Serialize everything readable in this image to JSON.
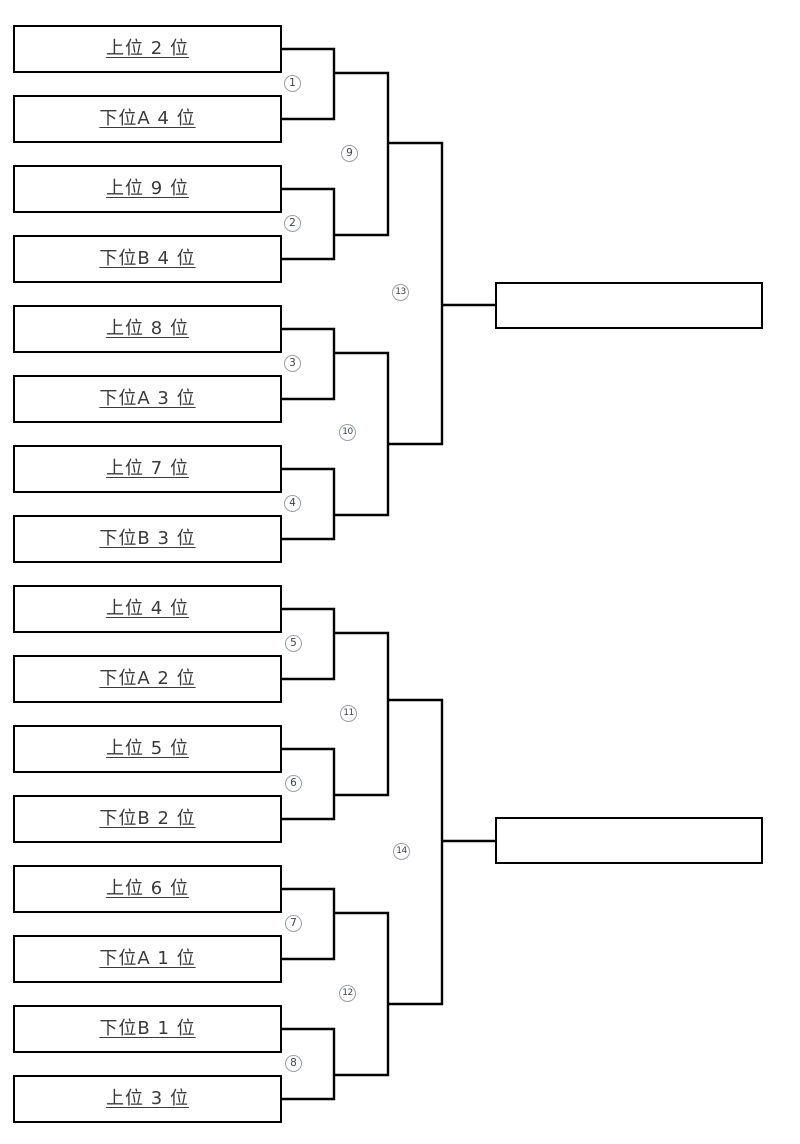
{
  "bracket": {
    "slots": [
      {
        "label": "上位 2 位"
      },
      {
        "label": "下位A 4 位"
      },
      {
        "label": "上位 9 位"
      },
      {
        "label": "下位B 4 位"
      },
      {
        "label": "上位 8 位"
      },
      {
        "label": "下位A 3 位"
      },
      {
        "label": "上位 7 位"
      },
      {
        "label": "下位B 3 位"
      },
      {
        "label": "上位 4 位"
      },
      {
        "label": "下位A 2 位"
      },
      {
        "label": "上位 5 位"
      },
      {
        "label": "下位B 2 位"
      },
      {
        "label": "上位 6 位"
      },
      {
        "label": "下位A 1 位"
      },
      {
        "label": "下位B 1 位"
      },
      {
        "label": "上位 3 位"
      }
    ],
    "matches": [
      {
        "num": "1"
      },
      {
        "num": "2"
      },
      {
        "num": "3"
      },
      {
        "num": "4"
      },
      {
        "num": "5"
      },
      {
        "num": "6"
      },
      {
        "num": "7"
      },
      {
        "num": "8"
      },
      {
        "num": "9"
      },
      {
        "num": "10"
      },
      {
        "num": "11"
      },
      {
        "num": "12"
      },
      {
        "num": "13"
      },
      {
        "num": "14"
      }
    ],
    "finals": [
      {
        "label": ""
      },
      {
        "label": ""
      }
    ],
    "colors": {
      "line": "#000000",
      "label_text": "#3a3a3a",
      "circle_border": "#9aa0a8",
      "background": "#ffffff"
    }
  }
}
